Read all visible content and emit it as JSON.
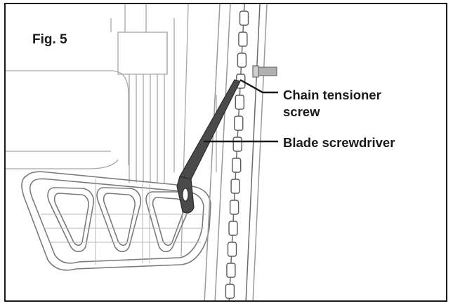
{
  "figure": {
    "label": "Fig. 5",
    "callouts": [
      {
        "line1": "Chain tensioner",
        "line2": "screw"
      },
      {
        "line1": "Blade screwdriver"
      }
    ]
  },
  "colors": {
    "outline": "#6a6a6a",
    "light_outline": "#a8a8a8",
    "tool": "#4a4a4a",
    "text": "#1a1a1a"
  }
}
